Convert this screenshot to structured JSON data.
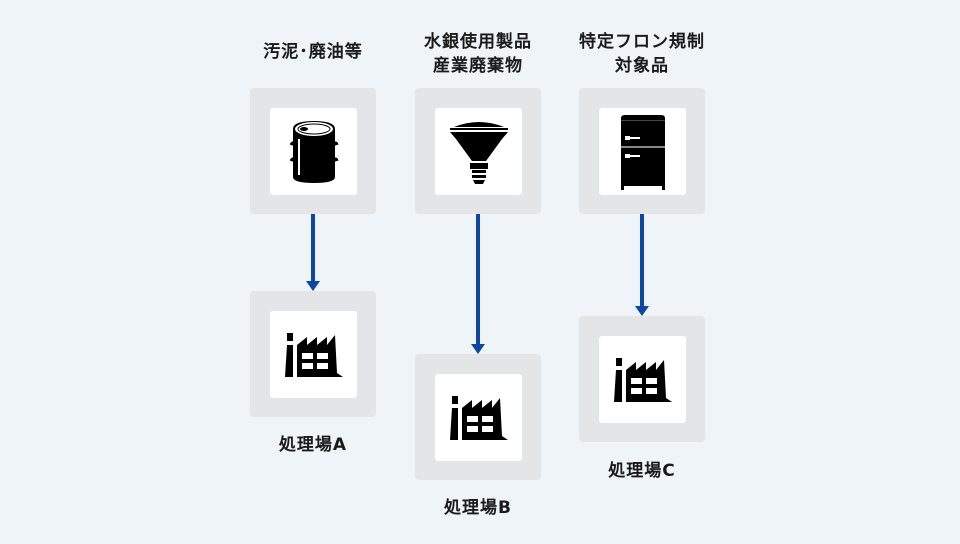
{
  "columns": [
    {
      "title": "汚泥･廃油等",
      "source_icon": "oil-drum",
      "destination_icon": "factory",
      "destination_label": "処理場A"
    },
    {
      "title": "水銀使用製品\n産業廃棄物",
      "source_icon": "mercury-lamp",
      "destination_icon": "factory",
      "destination_label": "処理場B"
    },
    {
      "title": "特定フロン規制\n対象品",
      "source_icon": "refrigerator",
      "destination_icon": "factory",
      "destination_label": "処理場C"
    }
  ],
  "colors": {
    "background": "#eff4f9",
    "box": "#e4e5e7",
    "arrow": "#0d47a1",
    "icon": "#000000"
  }
}
